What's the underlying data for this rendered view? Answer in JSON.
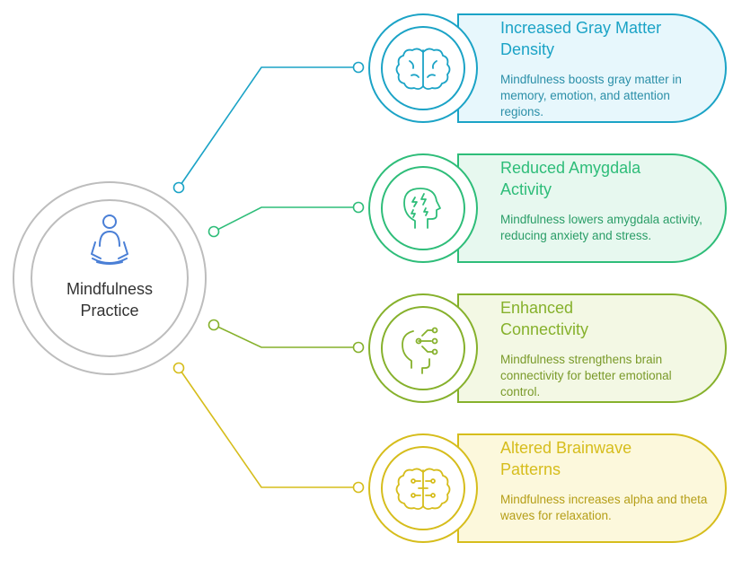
{
  "center": {
    "title_line1": "Mindfulness",
    "title_line2": "Practice",
    "icon": "meditating-person-icon"
  },
  "items": [
    {
      "title_line1": "Increased Gray Matter",
      "title_line2": "Density",
      "description": "Mindfulness boosts gray matter in memory, emotion, and attention regions.",
      "icon": "brain-icon",
      "color": "#1ba3c6",
      "fill": "#e7f7fc"
    },
    {
      "title_line1": "Reduced Amygdala",
      "title_line2": "Activity",
      "description": "Mindfulness lowers amygdala activity, reducing anxiety and stress.",
      "icon": "head-lightning-icon",
      "color": "#2ebd79",
      "fill": "#e7f8ef"
    },
    {
      "title_line1": "Enhanced",
      "title_line2": "Connectivity",
      "description": "Mindfulness strengthens brain connectivity for better emotional control.",
      "icon": "head-circuit-icon",
      "color": "#86b12c",
      "fill": "#f3f8e4"
    },
    {
      "title_line1": "Altered Brainwave",
      "title_line2": "Patterns",
      "description": "Mindfulness increases alpha and theta waves for relaxation.",
      "icon": "brain-circuit-icon",
      "color": "#d6bd1c",
      "fill": "#fcf8dc"
    }
  ],
  "colors": {
    "center_ring": "#bdbdbd",
    "center_icon": "#4a7fd6",
    "text_dark": "#333333"
  }
}
